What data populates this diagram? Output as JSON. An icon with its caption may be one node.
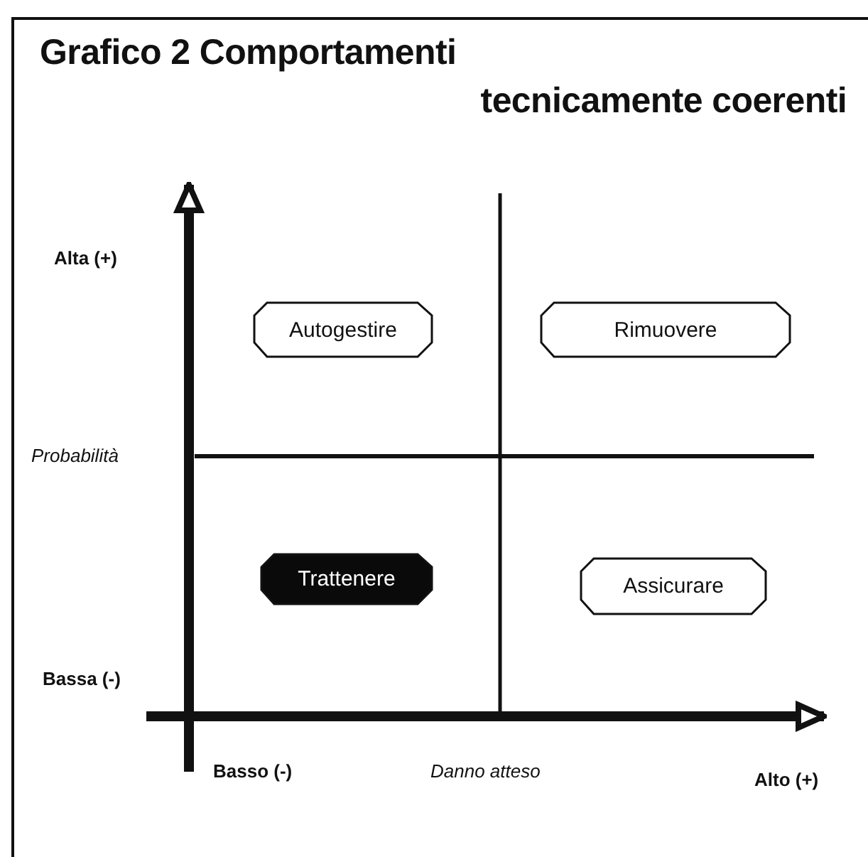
{
  "diagram": {
    "title": "Grafico 2 Comportamenti tecnicamente coerenti",
    "nodes": [
      {
        "text": [
          "Autogestire"
        ]
      },
      {
        "text": [
          "Rimuovere"
        ]
      },
      {
        "text": [
          "Trattenere"
        ]
      },
      {
        "text": [
          "Assicurare"
        ]
      }
    ],
    "edges": [],
    "labels": [
      "Alta (+)",
      "Probabilità",
      "Bassa (-)",
      "Basso (-)",
      "Danno atteso",
      "Alto (+)"
    ]
  }
}
